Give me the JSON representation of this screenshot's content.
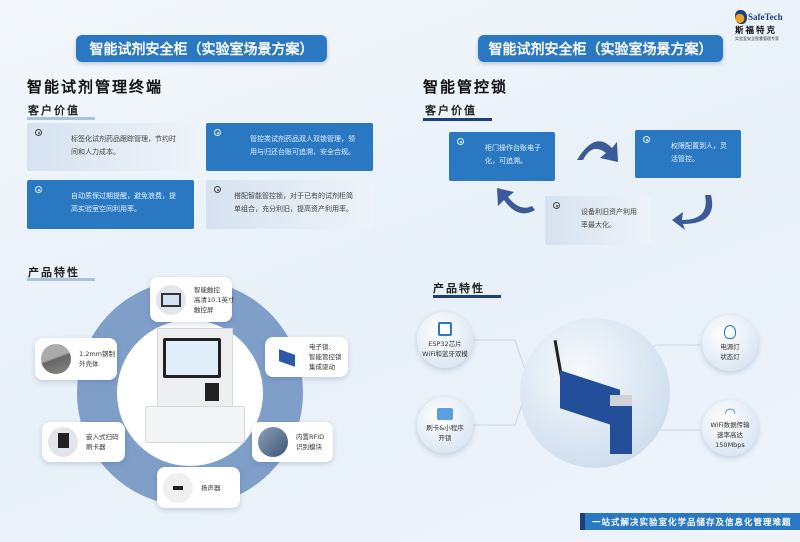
{
  "colors": {
    "accent": "#2a78c2",
    "dark_accent": "#1d3f7a",
    "ring": "#7f9fc9"
  },
  "logo": {
    "brand": "SafeTech",
    "name_cn": "斯福特克",
    "tagline": "实验室安全智慧管理专家"
  },
  "left": {
    "banner": "智能试剂安全柜（实验室场景方案）",
    "title": "智能试剂管理终端",
    "value_heading": "客户价值",
    "values": [
      {
        "text": "标签化试剂药品跟踪管理，节约时间和人力成本。",
        "style": "light"
      },
      {
        "text": "管控类试剂药品双人双锁管理，领用与归还台账可追溯，安全合规。",
        "style": "blue"
      },
      {
        "text": "自动质保过期提醒，避免浪费，提高实验室空间利用率。",
        "style": "blue"
      },
      {
        "text": "搭配智能管控锁，对于已有的试剂柜简单组合，充分利旧，提高资产利用率。",
        "style": "light"
      }
    ],
    "feature_heading": "产品特性",
    "features": [
      {
        "text": "智能触控\n高清10.1英寸\n触控屏",
        "icon": "touchscreen-icon"
      },
      {
        "text": "1.2mm钢制\n外壳体",
        "icon": "steel-plate-icon"
      },
      {
        "text": "电子锁、\n智能管控锁\n集成驱动",
        "icon": "smart-lock-icon"
      },
      {
        "text": "嵌入式扫码\n刷卡器",
        "icon": "card-reader-icon"
      },
      {
        "text": "内置RFID\n识别模块",
        "icon": "rfid-icon"
      },
      {
        "text": "扬声器",
        "icon": "speaker-icon"
      }
    ]
  },
  "right": {
    "banner": "智能试剂安全柜（实验室场景方案）",
    "title": "智能管控锁",
    "value_heading": "客户价值",
    "values": [
      {
        "text": "柜门操作台账电子化，可追溯。",
        "style": "blue"
      },
      {
        "text": "权限配置到人，灵活管控。",
        "style": "blue"
      },
      {
        "text": "设备利旧资产利用率最大化。",
        "style": "light"
      }
    ],
    "feature_heading": "产品特性",
    "features": [
      {
        "text": "ESP32芯片\nWiFi和蓝牙双模",
        "icon": "chip-icon"
      },
      {
        "text": "刷卡&小程序\n开锁",
        "icon": "lock-icon"
      },
      {
        "text": "电源灯\n状态灯",
        "icon": "lightbulb-icon"
      },
      {
        "text": "WiFi数据传输\n速率高达\n150Mbps",
        "icon": "wifi-icon"
      }
    ]
  },
  "footer": "一站式解决实验室化学品储存及信息化管理难题"
}
